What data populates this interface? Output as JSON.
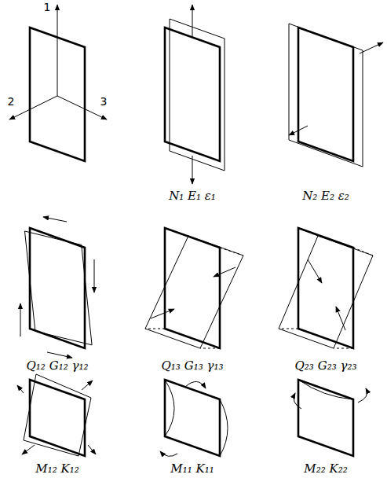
{
  "diagram": {
    "labels": [
      "1",
      "2",
      "3",
      "N₁ E₁ ε₁",
      "N₂ E₂ ε₂",
      "Q₁₂ G₁₂ γ₁₂",
      "Q₁₃ G₁₃ γ₁₃",
      "Q₂₃ G₂₃ γ₂₃",
      "M₁₂ K₁₂",
      "M₁₁ K₁₁",
      "M₂₂ K₂₂"
    ]
  }
}
